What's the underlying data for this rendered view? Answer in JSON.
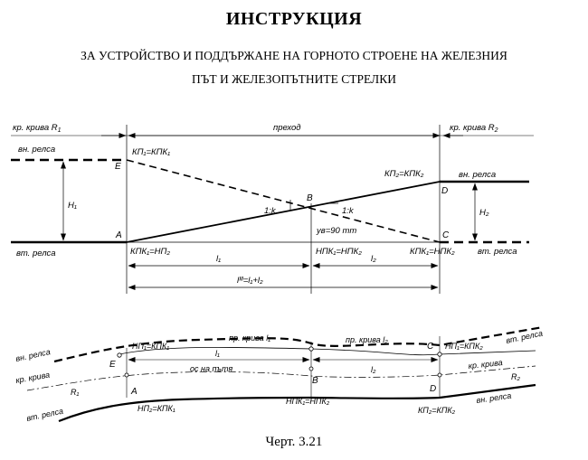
{
  "document": {
    "title": "ИНСТРУКЦИЯ",
    "subtitle_line1": "ЗА УСТРОЙСТВО И ПОДДЪРЖАНЕ НА ГОРНОТО СТРОЕНЕ НА ЖЕЛЕЗНИЯ",
    "subtitle_line2": "ПЪТ И ЖЕЛЕЗОПЪТНИТЕ СТРЕЛКИ",
    "caption": "Черт. 3.21"
  },
  "profile": {
    "curve_r1": "кр. крива R",
    "curve_r1_sub": "1",
    "transition": "преход",
    "curve_r2": "кр. крива R",
    "curve_r2_sub": "2",
    "inner_rail_left": "вн. релса",
    "outer_rail_left": "вт. релса",
    "inner_rail_right": "вн. релса",
    "outer_rail_right": "вт. релса",
    "kp1_kpk1": "КП₁=КПК₁",
    "kp2_kpk2": "КП₂=КПК₂",
    "kpk1_np2": "КПК₁=НП₂",
    "npk1_npk2": "НПК₁=НПК₂",
    "kpk1_npk2": "КПК₁=НПК₂",
    "slope_left": "1:k",
    "slope_right": "1:k",
    "yb": "yв=90 mm",
    "h1": "H₁",
    "h2": "H₂",
    "l1": "l₁",
    "l2": "l₂",
    "lsum": "lᴵᴵᴵ=l₁+l₂",
    "pt_a": "A",
    "pt_b": "B",
    "pt_c": "C",
    "pt_d": "D",
    "pt_e": "E"
  },
  "plan": {
    "inner_rail_left": "вн. релса",
    "curve_r1": "кр. крива",
    "r1": "R₁",
    "outer_rail_left": "вт. релса",
    "np1_kpk1": "НП₁=КПК₁",
    "np2_kpk1": "НП₂=КПК₁",
    "tr_curve_l1": "пр. крива l₁",
    "tr_curve_l2": "пр. крива l₂",
    "track_axis": "ос на пътя",
    "l1": "l₁",
    "l2": "l₂",
    "npk1_npk2": "НПК₁=НПК₂",
    "np1_kpk2": "НП₁=КПК₂",
    "kp2_kpk2": "КП₂=КПК₂",
    "outer_rail_right": "вт. релса",
    "curve_r2": "кр. крива",
    "r2": "R₂",
    "inner_rail_right": "вн. релса",
    "pt_a": "A",
    "pt_b": "B",
    "pt_c": "C",
    "pt_d": "D",
    "pt_e": "E"
  }
}
